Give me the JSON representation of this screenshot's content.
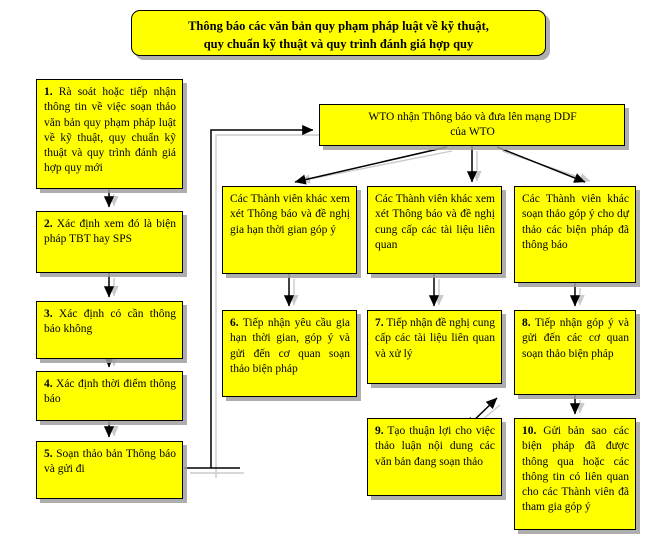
{
  "diagram": {
    "title": "Thông báo các văn bản quy phạm pháp luật về kỹ thuật, quy chuẩn kỹ thuật và quy trình đánh giá hợp quy",
    "type": "flowchart",
    "colors": {
      "node_fill": "#ffff00",
      "node_border": "#000000",
      "shadow": "#a0a0a0",
      "connector_primary": "#000000",
      "connector_secondary": "#c0c0c0",
      "background": "#ffffff"
    },
    "banner": {
      "line1": "Thông báo các văn bản quy phạm pháp luật về kỹ thuật,",
      "line2": "quy chuẩn kỹ thuật và quy trình đánh giá hợp quy"
    },
    "left_column": [
      {
        "id": "box-1",
        "number": "1.",
        "text": "1. Rà soát hoặc tiếp nhận thông tin về việc soạn thảo văn bản quy phạm pháp luật về kỹ thuật, quy chuẩn kỹ thuật và quy trình đánh giá hợp quy mới"
      },
      {
        "id": "box-2",
        "number": "2.",
        "text": "2. Xác định xem đó là biện pháp TBT hay SPS"
      },
      {
        "id": "box-3",
        "number": "3.",
        "text": "3. Xác định có cần thông báo không"
      },
      {
        "id": "box-4",
        "number": "4.",
        "text": "4. Xác định thời điểm thông báo"
      },
      {
        "id": "box-5",
        "number": "5.",
        "text": "5. Soạn thảo bản Thông báo và gửi đi"
      }
    ],
    "wto_node": {
      "id": "box-wto",
      "line1": "WTO nhận Thông báo và đưa lên mạng DDF",
      "line2": "của WTO"
    },
    "member_row": [
      {
        "id": "box-m1",
        "text": "Các Thành viên khác xem xét Thông báo và đề nghị gia hạn thời gian góp ý"
      },
      {
        "id": "box-m2",
        "text": "Các Thành viên khác xem xét Thông báo và đề nghị cung cấp các tài liệu liên quan"
      },
      {
        "id": "box-m3",
        "text": "Các Thành viên khác soạn thảo góp ý cho dự thảo các biện pháp đã thông báo"
      }
    ],
    "process_row": [
      {
        "id": "box-6",
        "number": "6.",
        "text": "6. Tiếp nhận yêu cầu gia hạn thời gian, góp ý và gửi đến cơ quan soạn thảo biện pháp"
      },
      {
        "id": "box-7",
        "number": "7.",
        "text": "7. Tiếp nhận đề nghị cung cấp các tài liệu liên quan và xử lý"
      },
      {
        "id": "box-8",
        "number": "8.",
        "text": "8. Tiếp nhận góp ý và gửi đến các cơ quan soạn thảo biện pháp"
      }
    ],
    "bottom_row": [
      {
        "id": "box-9",
        "number": "9.",
        "text": "9. Tạo thuận lợi cho việc thảo luận nội dung các văn bản đang soạn thảo"
      },
      {
        "id": "box-10",
        "number": "10.",
        "text": "10. Gửi bản sao các biện pháp đã được thông qua hoặc các thông tin có liên quan cho các Thành viên đã tham gia góp ý"
      }
    ]
  }
}
